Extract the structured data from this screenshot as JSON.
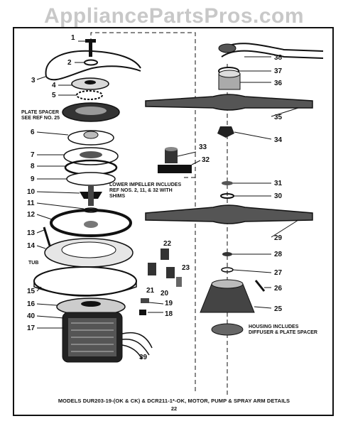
{
  "watermark": "AppliancePartsPros.com",
  "caption": "MODELS DUR203-19-(OK & CK) & DCR211-1*-OK, MOTOR, PUMP & SPRAY ARM DETAILS",
  "page_number": "22",
  "notes": {
    "plate_spacer_line1": "PLATE SPACER",
    "plate_spacer_line2": "SEE REF NO. 25",
    "lower_impeller_line1": "LOWER IMPELLER INCLUDES",
    "lower_impeller_line2": "REF NOS. 2, 11, & 32 WITH",
    "lower_impeller_line3": "SHIMS",
    "tub": "TUB",
    "housing_line1": "HOUSING INCLUDES",
    "housing_line2": "DIFFUSER & PLATE SPACER"
  },
  "callouts": {
    "c1": "1",
    "c2": "2",
    "c3": "3",
    "c4": "4",
    "c5": "5",
    "c6": "6",
    "c7": "7",
    "c8": "8",
    "c9": "9",
    "c10": "10",
    "c11": "11",
    "c12": "12",
    "c13": "13",
    "c14": "14",
    "c15": "15",
    "c16": "16",
    "c17": "17",
    "c18": "18",
    "c19": "19",
    "c20": "20",
    "c21": "21",
    "c22": "22",
    "c23": "23",
    "c25": "25",
    "c26": "26",
    "c27": "27",
    "c28": "28",
    "c29": "29",
    "c30": "30",
    "c31": "31",
    "c32": "32",
    "c33": "33",
    "c34": "34",
    "c35": "35",
    "c36": "36",
    "c37": "37",
    "c38": "38",
    "c39": "39",
    "c40": "40"
  }
}
